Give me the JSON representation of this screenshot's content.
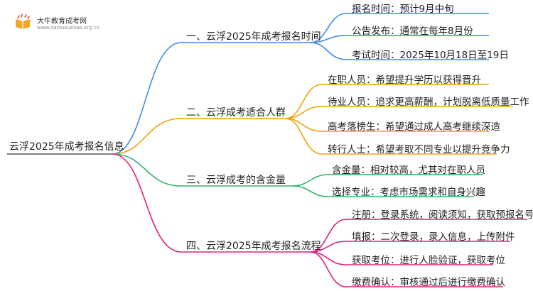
{
  "logo": {
    "title": "大牛教育成考网",
    "url": "www.daniuxueliao.org.cn"
  },
  "colors": {
    "branch_1": "#3f8be6",
    "branch_2": "#f0a20a",
    "branch_3": "#2fb36c",
    "branch_4": "#e0207a"
  },
  "root": "云浮2025年成考报名信息",
  "branches": [
    {
      "label": "一、云浮2025年成考报名时间",
      "leaves": [
        "报名时间：预计9月中旬",
        "公告发布：通常在每年8月份",
        "考试时间：2025年10月18日至19日"
      ]
    },
    {
      "label": "二、云浮成考适合人群",
      "leaves": [
        "在职人员：希望提升学历以获得晋升",
        "待业人员：追求更高薪酬，计划脱离低质量工作",
        "高考落榜生：希望通过成人高考继续深造",
        "转行人士：希望考取不同专业以提升竞争力"
      ]
    },
    {
      "label": "三、云浮成考的含金量",
      "leaves": [
        "含金量：相对较高，尤其对在职人员",
        "选择专业：考虑市场需求和自身兴趣"
      ]
    },
    {
      "label": "四、云浮2025年成考报名流程",
      "leaves": [
        "注册：登录系统，阅读须知，获取预报名号",
        "填报：二次登录，录入信息，上传附件",
        "获取考位：进行人脸验证，获取考位",
        "缴费确认：审核通过后进行缴费确认"
      ]
    }
  ]
}
